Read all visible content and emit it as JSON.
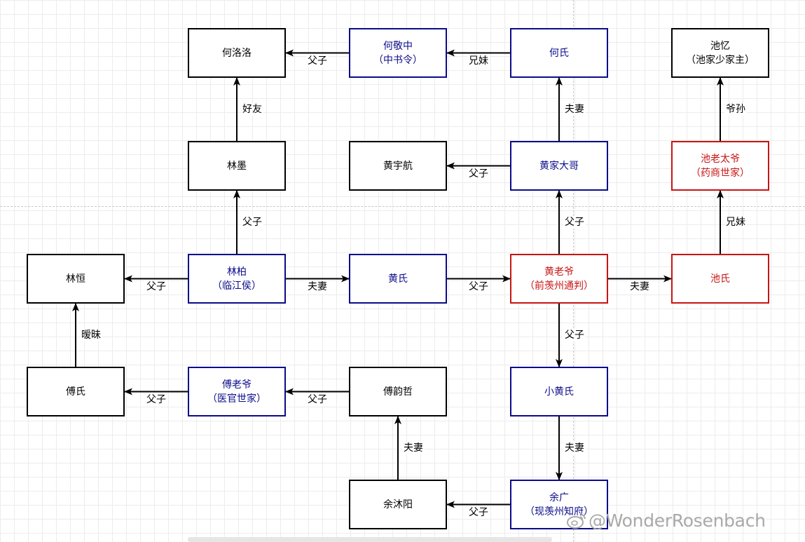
{
  "nodes": {
    "heluoluo": [
      "何洛洛"
    ],
    "hejingzhong": [
      "何敬中",
      "（中书令）"
    ],
    "heshi": [
      "何氏"
    ],
    "chiyi": [
      "池忆",
      "（池家少家主）"
    ],
    "linmo": [
      "林墨"
    ],
    "huangyuhang": [
      "黄宇航"
    ],
    "huangjiadage": [
      "黄家大哥"
    ],
    "chilaotaiye": [
      "池老太爷",
      "（药商世家）"
    ],
    "linheng": [
      "林恒"
    ],
    "linbai": [
      "林柏",
      "（临江侯）"
    ],
    "huangshi": [
      "黄氏"
    ],
    "huanglaoye": [
      "黄老爷",
      "（前羡州通判）"
    ],
    "chishi": [
      "池氏"
    ],
    "fushi": [
      "傅氏"
    ],
    "fulaoye": [
      "傅老爷",
      "（医官世家）"
    ],
    "fuyunzhe": [
      "傅韵哲"
    ],
    "xiaohuangshi": [
      "小黄氏"
    ],
    "yumuyang": [
      "余沐阳"
    ],
    "yuguang": [
      "余广",
      "（现羡州知府）"
    ]
  },
  "edges": [
    {
      "from": "hejingzhong",
      "to": "heluoluo",
      "label": "父子"
    },
    {
      "from": "heshi",
      "to": "hejingzhong",
      "label": "兄妹"
    },
    {
      "from": "linmo",
      "to": "heluoluo",
      "label": "好友"
    },
    {
      "from": "huangjiadage",
      "to": "heshi",
      "label": "夫妻"
    },
    {
      "from": "chilaotaiye",
      "to": "chiyi",
      "label": "爷孙"
    },
    {
      "from": "huangjiadage",
      "to": "huangyuhang",
      "label": "父子"
    },
    {
      "from": "linbai",
      "to": "linmo",
      "label": "父子"
    },
    {
      "from": "huanglaoye",
      "to": "huangjiadage",
      "label": "父子"
    },
    {
      "from": "chishi",
      "to": "chilaotaiye",
      "label": "兄妹"
    },
    {
      "from": "linbai",
      "to": "linheng",
      "label": "父子"
    },
    {
      "from": "linbai",
      "to": "huangshi",
      "label": "夫妻"
    },
    {
      "from": "huangshi",
      "to": "huanglaoye",
      "label": "父子"
    },
    {
      "from": "huanglaoye",
      "to": "chishi",
      "label": "夫妻"
    },
    {
      "from": "fushi",
      "to": "linheng",
      "label": "暧昧"
    },
    {
      "from": "huanglaoye",
      "to": "xiaohuangshi",
      "label": "父子"
    },
    {
      "from": "fulaoye",
      "to": "fushi",
      "label": "父子"
    },
    {
      "from": "fuyunzhe",
      "to": "fulaoye",
      "label": "父子"
    },
    {
      "from": "yumuyang",
      "to": "fuyunzhe",
      "label": "夫妻"
    },
    {
      "from": "xiaohuangshi",
      "to": "yuguang",
      "label": "夫妻"
    },
    {
      "from": "yuguang",
      "to": "yumuyang",
      "label": "父子"
    }
  ],
  "watermark": "@WonderRosenbach",
  "colors": {
    "blue": "#0b0b8a",
    "red": "#c81414",
    "black": "#000000",
    "watermark": "#a9a9a9"
  }
}
